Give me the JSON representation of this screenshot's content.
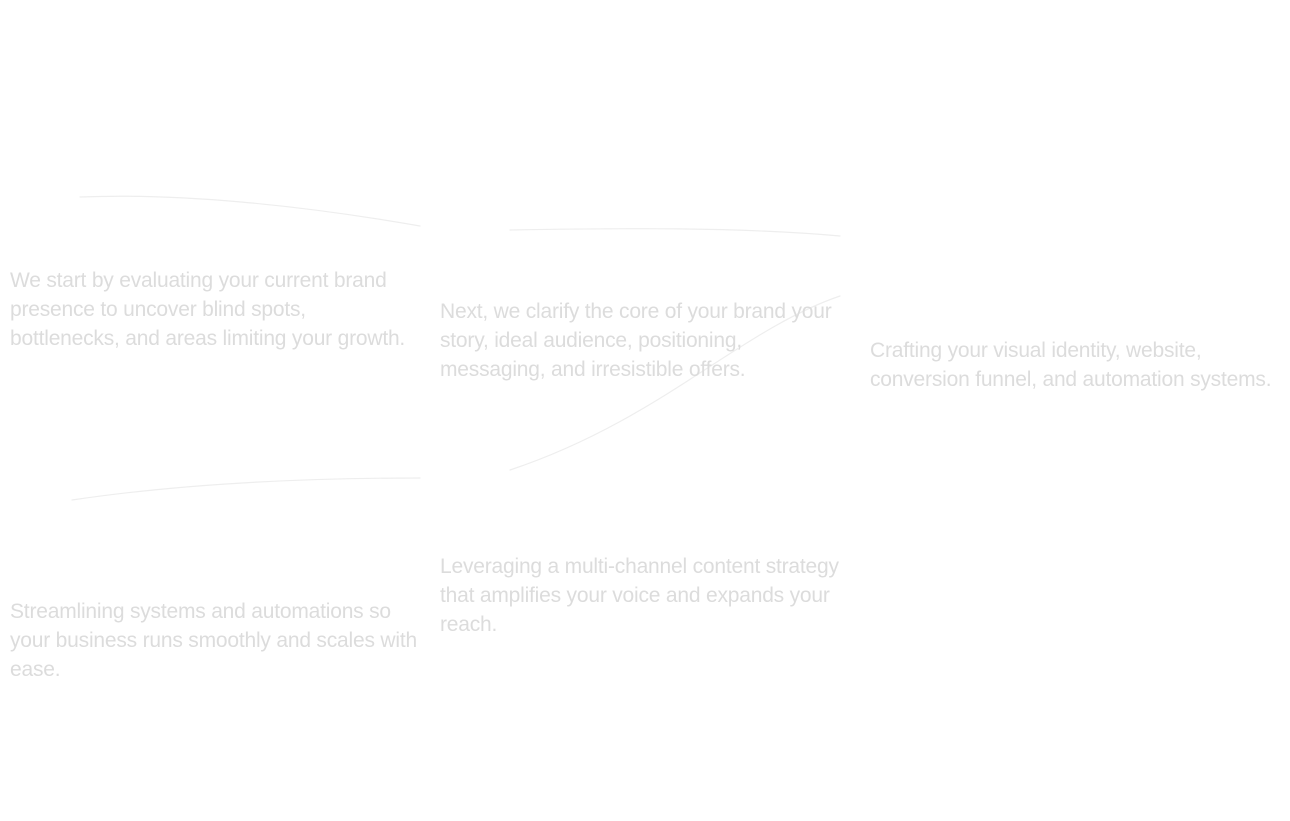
{
  "steps": [
    {
      "description": "We start by evaluating your current brand presence to uncover blind spots, bottlenecks, and areas limiting your growth."
    },
    {
      "description": "Next, we clarify the core of your brand your story, ideal audience, positioning, messaging, and irresistible offers."
    },
    {
      "description": "Crafting your visual identity, website, conversion funnel, and automation systems."
    },
    {
      "description": "Streamlining systems and automations so your business runs smoothly and scales with ease."
    },
    {
      "description": "Leveraging a multi-channel content strategy that amplifies your voice and expands your reach."
    }
  ],
  "colors": {
    "background": "#ffffff",
    "text": "#dcdcdc",
    "connector": "#eeeeee"
  }
}
